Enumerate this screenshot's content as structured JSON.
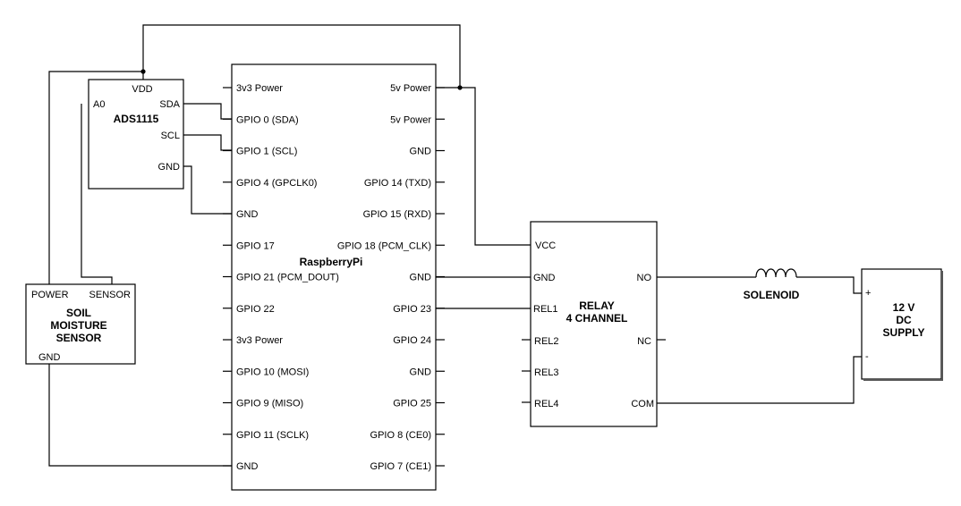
{
  "raspberry_pi": {
    "title": "RaspberryPi",
    "left_pins": [
      "3v3 Power",
      "GPIO 0 (SDA)",
      "GPIO 1 (SCL)",
      "GPIO 4 (GPCLK0)",
      "GND",
      "GPIO 17",
      "GPIO 21 (PCM_DOUT)",
      "GPIO 22",
      "3v3 Power",
      "GPIO 10 (MOSI)",
      "GPIO 9 (MISO)",
      "GPIO 11 (SCLK)",
      "GND"
    ],
    "right_pins": [
      "5v Power",
      "5v Power",
      "GND",
      "GPIO 14 (TXD)",
      "GPIO 15 (RXD)",
      "GPIO 18 (PCM_CLK)",
      "GND",
      "GPIO 23",
      "GPIO 24",
      "GND",
      "GPIO 25",
      "GPIO 8 (CE0)",
      "GPIO 7 (CE1)"
    ]
  },
  "ads1115": {
    "title": "ADS1115",
    "vdd": "VDD",
    "a0": "A0",
    "sda": "SDA",
    "scl": "SCL",
    "gnd": "GND"
  },
  "soil_sensor": {
    "title_lines": [
      "SOIL",
      "MOISTURE",
      "SENSOR"
    ],
    "power": "POWER",
    "sensor": "SENSOR",
    "gnd": "GND"
  },
  "relay": {
    "title_lines": [
      "RELAY",
      "4 CHANNEL"
    ],
    "vcc": "VCC",
    "gnd": "GND",
    "rel1": "REL1",
    "rel2": "REL2",
    "rel3": "REL3",
    "rel4": "REL4",
    "no": "NO",
    "nc": "NC",
    "com": "COM"
  },
  "solenoid": {
    "label": "SOLENOID"
  },
  "supply": {
    "title_lines": [
      "12 V",
      "DC",
      "SUPPLY"
    ],
    "plus": "+",
    "minus": "-"
  }
}
